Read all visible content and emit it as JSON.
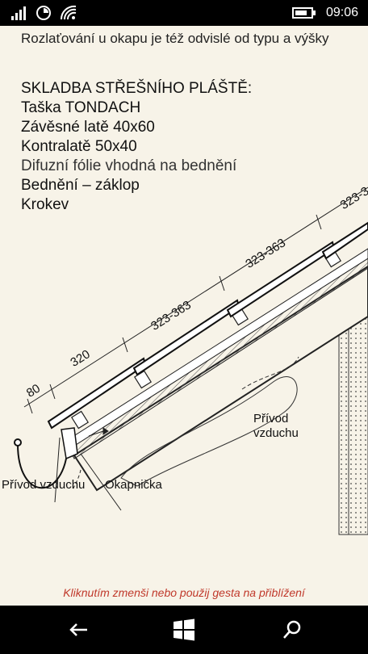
{
  "status": {
    "time": "09:06",
    "icons": [
      "signal-icon",
      "data-saver-icon",
      "wifi-icon",
      "battery-icon"
    ]
  },
  "content": {
    "intro": "Rozlaťování u okapu je též odvislé od typu a výšky",
    "section_title": "SKLADBA STŘEŠNÍHO PLÁŠTĚ:",
    "layers": [
      "Taška TONDACH",
      "Závěsné latě 40x60",
      "Kontralatě 50x40",
      "Difuzní fólie vhodná na bednění",
      "Bednění – záklop",
      "Krokev"
    ]
  },
  "diagram": {
    "dimensions": [
      "80",
      "320",
      "323-363",
      "323-363",
      "323-3"
    ],
    "labels": {
      "air_inlet_right": [
        "Přívod",
        "vzduchu"
      ],
      "air_inlet_left": "Přívod vzduchu",
      "drip_edge": "Okapnička"
    }
  },
  "hint": "Kliknutím zmenši nebo použij gesta na přiblížení",
  "nav": {
    "back": "back-arrow-icon",
    "home": "windows-start-icon",
    "search": "search-icon"
  }
}
